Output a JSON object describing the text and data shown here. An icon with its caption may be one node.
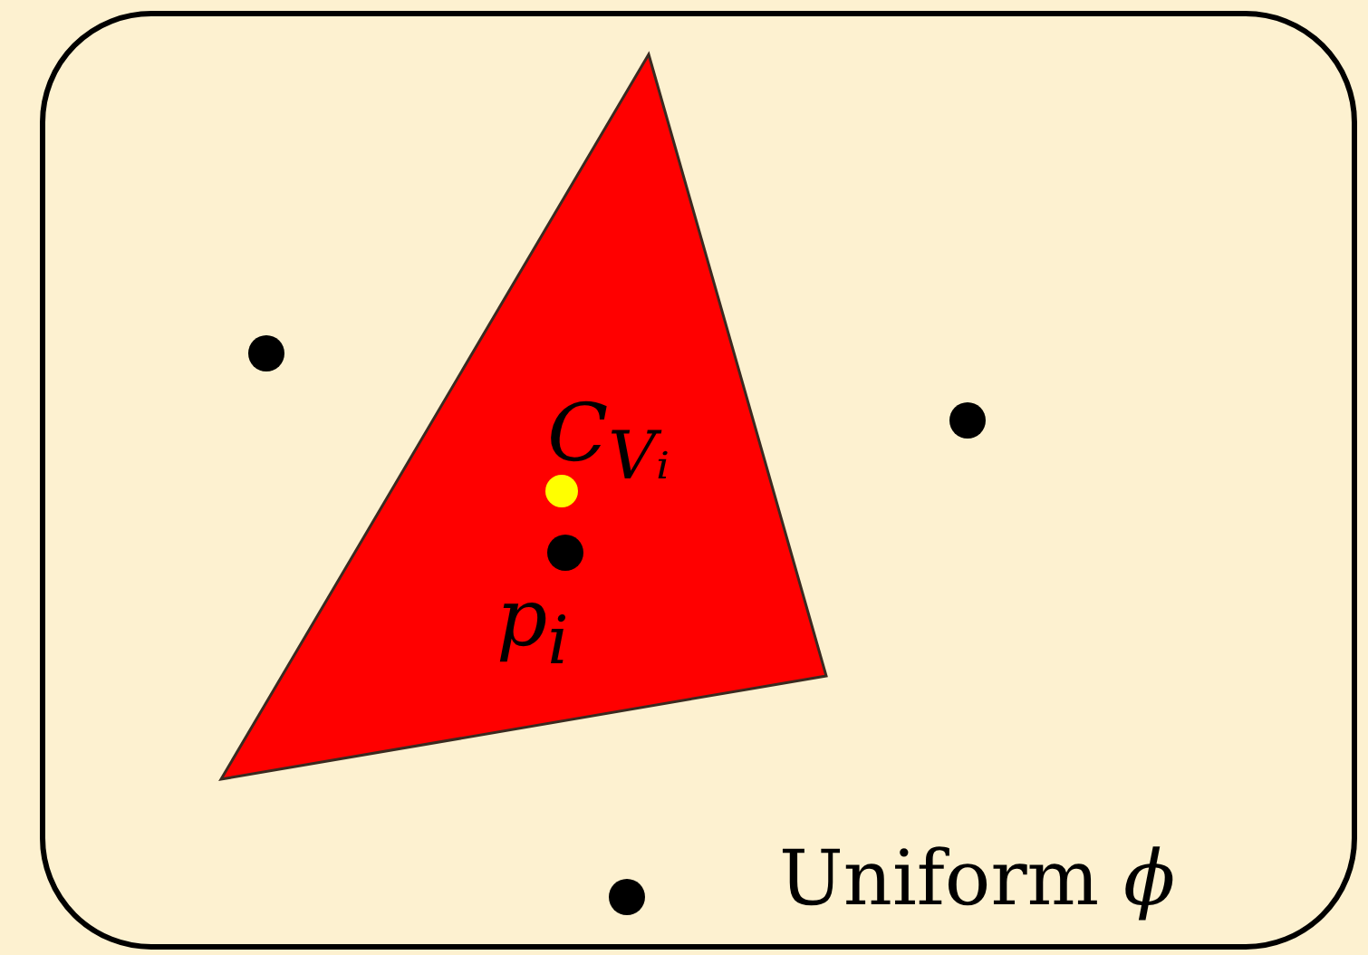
{
  "diagram": {
    "nodes": [
      {
        "text": [
          "Uniform *ϕ*"
        ]
      },
      {
        "text": [
          "C$_{Vᵢ}$",
          "p$_{i}$"
        ],
        "in": 0
      }
    ]
  }
}
